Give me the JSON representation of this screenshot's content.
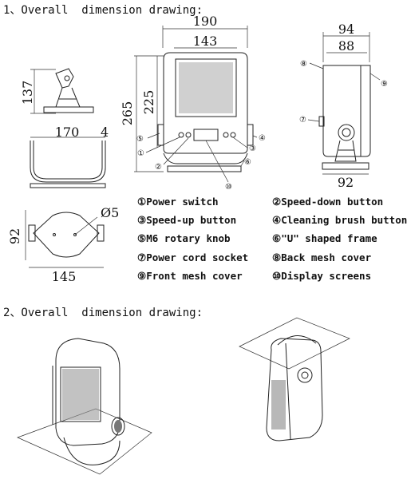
{
  "headings": {
    "section1": "1、Overall  dimension drawing:",
    "section2": "2、Overall  dimension drawing:"
  },
  "dimensions": {
    "front_width": "190",
    "front_inner_width": "143",
    "front_height": "265",
    "front_inner_height": "225",
    "side_depth": "94",
    "side_inner_depth": "88",
    "side_base": "92",
    "bracket_height": "137",
    "frame_width": "170",
    "frame_thickness": "4",
    "base_depth": "92",
    "base_width": "145",
    "hole_diameter": "Ø5"
  },
  "callouts": [
    "①",
    "②",
    "③",
    "④",
    "⑤",
    "⑥",
    "⑦",
    "⑧",
    "⑨",
    "⑩"
  ],
  "legend": [
    "①Power switch",
    "②Speed-down button",
    "③Speed-up button",
    "④Cleaning brush button",
    "⑤M6 rotary knob",
    "⑥\"U\" shaped frame",
    "⑦Power cord socket",
    "⑧Back mesh cover",
    "⑨Front mesh cover",
    "⑩Display screens"
  ]
}
